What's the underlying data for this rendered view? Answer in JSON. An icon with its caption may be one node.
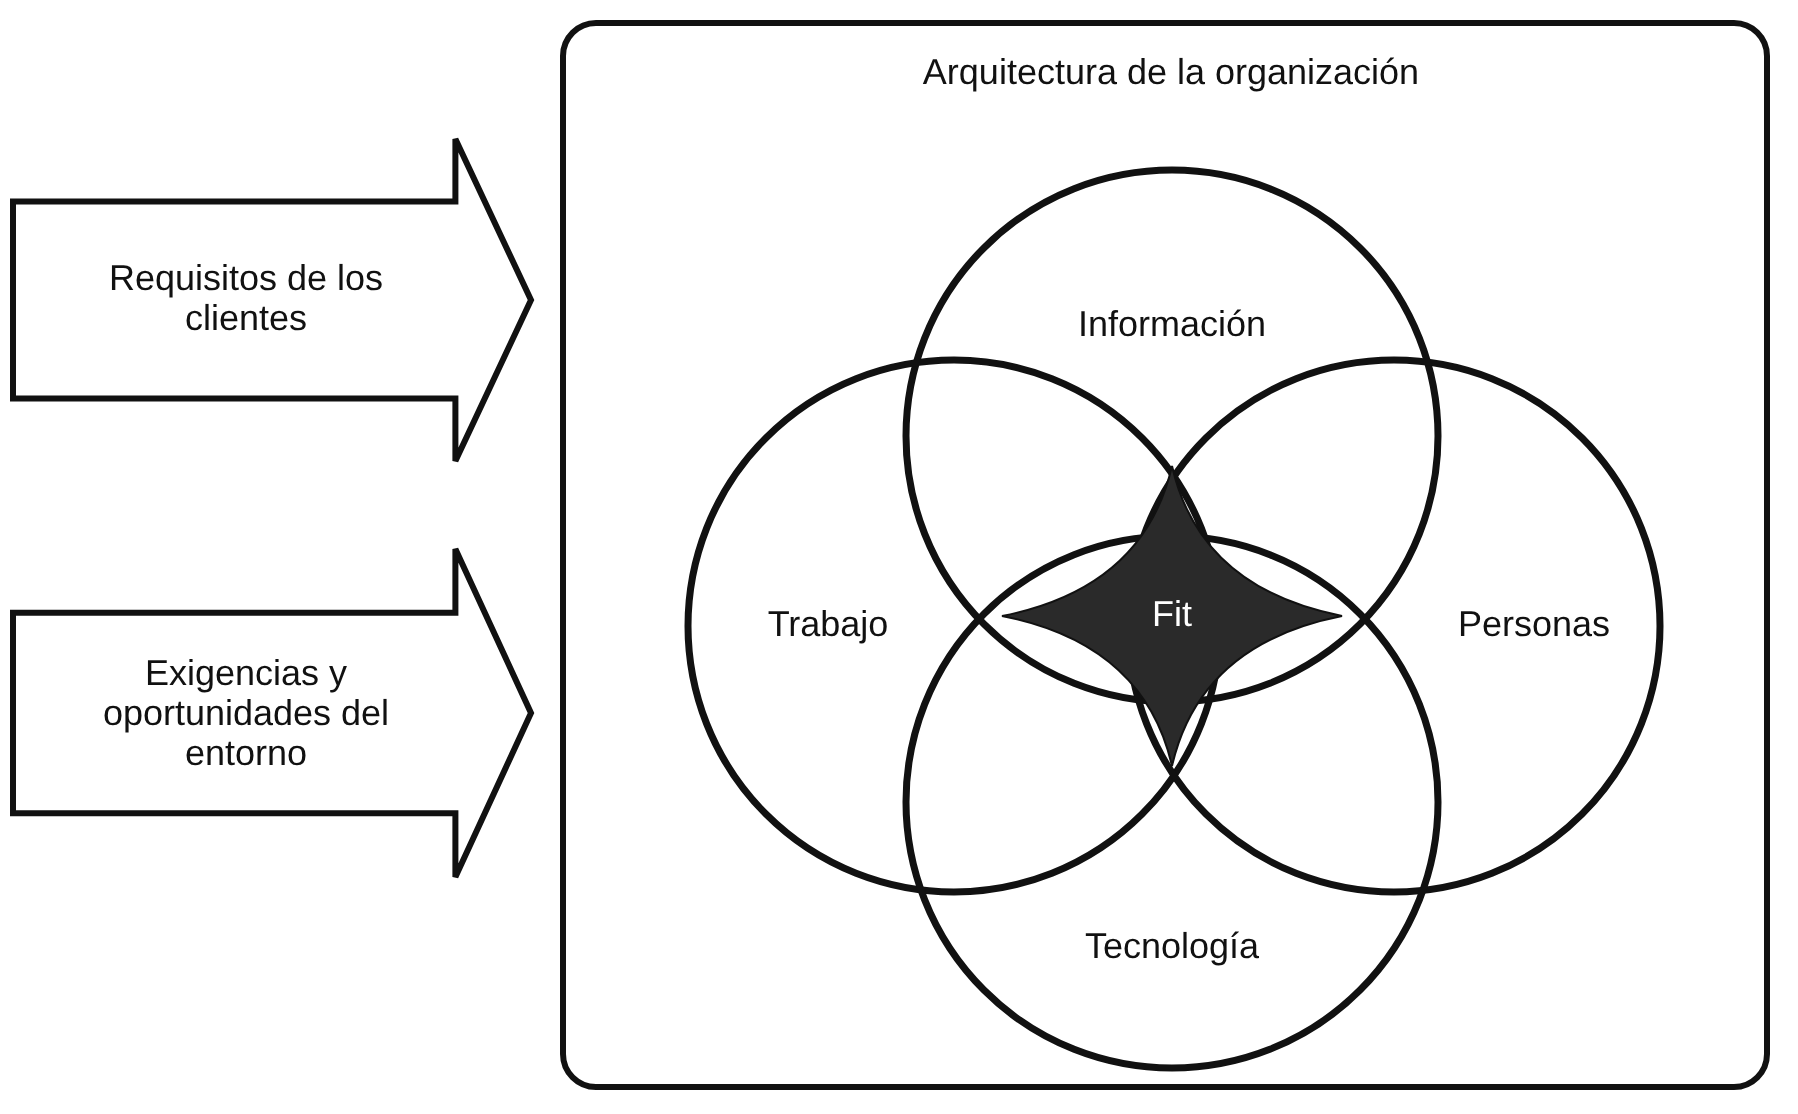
{
  "diagram": {
    "nodes": [
      {
        "text": [
          "Requisitos de los clientes"
        ]
      },
      {
        "text": [
          "Exigencias y oportunidades del entorno"
        ]
      },
      {
        "text": [
          "Arquitectura de la organización"
        ]
      },
      {
        "text": [
          "Información"
        ],
        "in": 2
      },
      {
        "text": [
          "Trabajo"
        ],
        "in": 2
      },
      {
        "text": [
          "Personas"
        ],
        "in": 2
      },
      {
        "text": [
          "Tecnología"
        ],
        "in": 2
      },
      {
        "text": [
          "Fit"
        ],
        "in": 2
      }
    ]
  }
}
